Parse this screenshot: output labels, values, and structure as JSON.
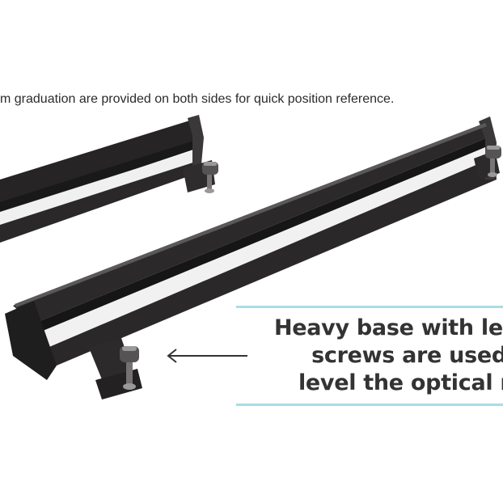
{
  "caption": "m graduation are provided on both sides for quick position reference.",
  "callout": {
    "lines": [
      "Heavy base with leveling",
      "screws are used to",
      "level the optical rails"
    ],
    "accent_color": "#a9dde6"
  },
  "colors": {
    "rail_body": "#2a2828",
    "rail_scale": "#f2f2f2",
    "text": "#333333"
  },
  "icons": [
    "left-arrow-icon",
    "leveling-screw-icon"
  ]
}
